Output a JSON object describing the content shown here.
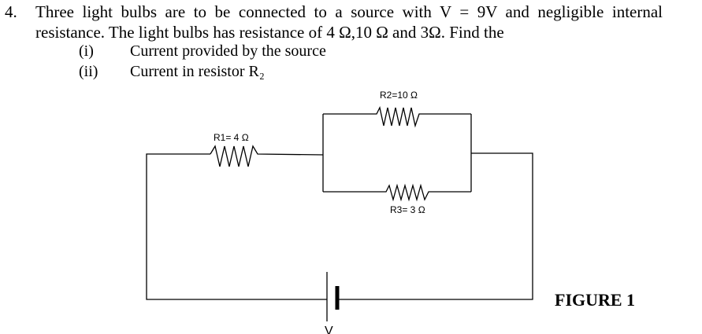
{
  "question": {
    "number": "4.",
    "line1": "Three light bulbs are to be connected to a source with V = 9V and negligible internal",
    "line2": "resistance. The light bulbs has resistance of 4 Ω,10 Ω and 3Ω. Find the",
    "items": [
      {
        "num": "(i)",
        "text": "Current provided by the source"
      },
      {
        "num": "(ii)",
        "text": "Current in resistor R₂"
      }
    ]
  },
  "circuit": {
    "r1_label": "R1= 4 Ω",
    "r2_label": "R2=10 Ω",
    "r3_label": "R3= 3 Ω",
    "source_label": "V"
  },
  "figure_label": "FIGURE 1"
}
